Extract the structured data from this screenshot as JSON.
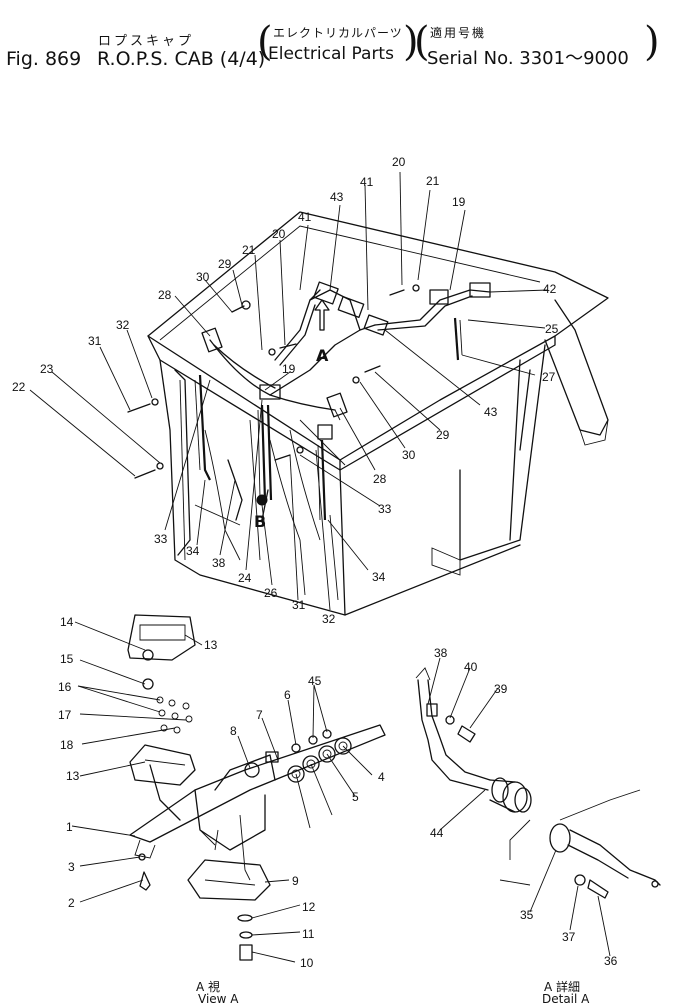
{
  "header": {
    "fig_label": "Fig. 869",
    "title_jp": "ロプスキャプ",
    "title_en": "R.O.P.S. CAB (4/4)",
    "category_jp": "エレクトリカルパーツ",
    "category_en": "Electrical Parts",
    "serial_jp": "適用号機",
    "serial_en": "Serial No. 3301～9000"
  },
  "views": {
    "view_a_jp": "A 視",
    "view_a_en": "View A",
    "detail_a_jp": "A 詳細",
    "detail_a_en": "Detail A"
  },
  "view_marks": {
    "a": "A",
    "b": "B"
  },
  "callouts": [
    "1",
    "2",
    "3",
    "4",
    "5",
    "6",
    "7",
    "8",
    "9",
    "10",
    "11",
    "12",
    "13",
    "14",
    "15",
    "16",
    "17",
    "18",
    "19",
    "20",
    "21",
    "22",
    "23",
    "24",
    "25",
    "26",
    "27",
    "28",
    "29",
    "30",
    "31",
    "32",
    "33",
    "34",
    "35",
    "36",
    "37",
    "38",
    "39",
    "40",
    "41",
    "42",
    "43",
    "44",
    "45"
  ],
  "colors": {
    "ink": "#111111",
    "paper": "#ffffff"
  }
}
